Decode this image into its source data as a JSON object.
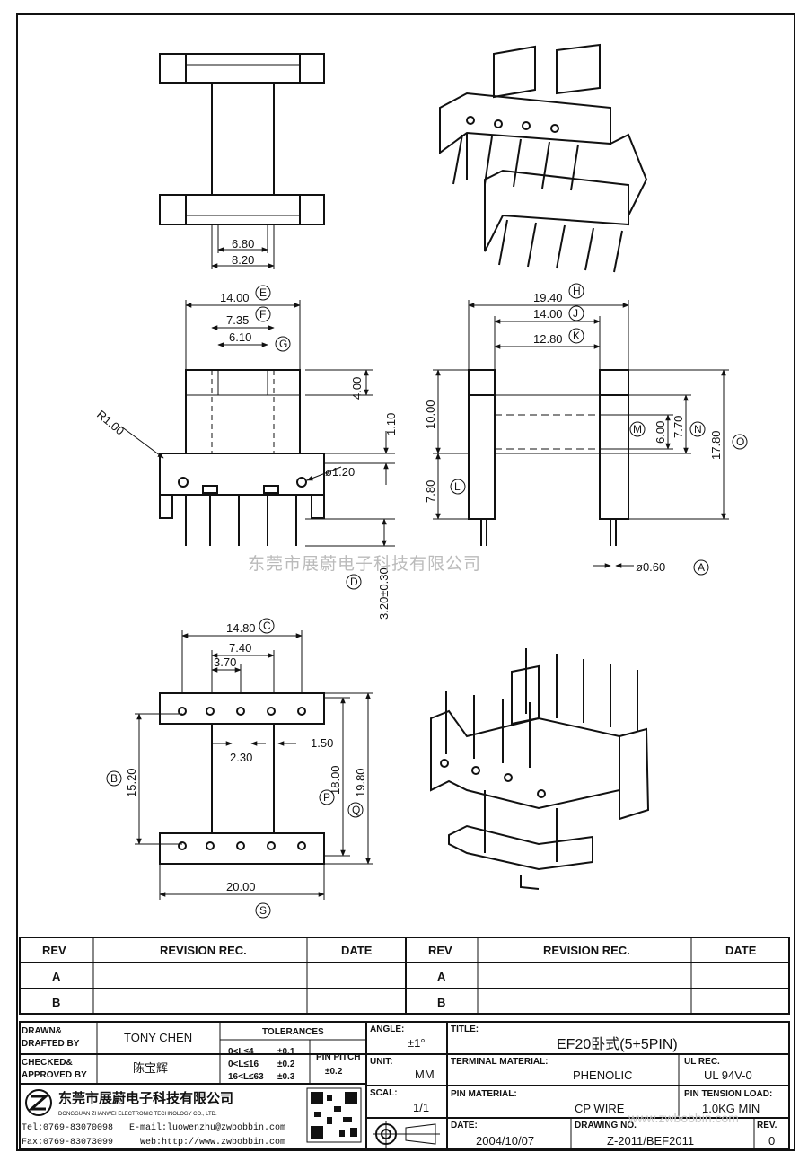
{
  "drawing": {
    "views": {
      "top_view": {
        "dims": [
          "6.80",
          "8.20"
        ]
      },
      "front_view": {
        "dims": [
          "14.00",
          "7.35",
          "6.10",
          "4.00",
          "1.10",
          "R1.00",
          "ø1.20",
          "3.20±0.30"
        ],
        "markers": [
          "E",
          "F",
          "G",
          "D"
        ]
      },
      "side_view": {
        "dims": [
          "19.40",
          "14.00",
          "12.80",
          "10.00",
          "7.80",
          "6.00",
          "7.70",
          "17.80",
          "ø0.60"
        ],
        "markers": [
          "H",
          "J",
          "K",
          "L",
          "M",
          "N",
          "O",
          "A"
        ]
      },
      "bottom_view": {
        "dims": [
          "14.80",
          "7.40",
          "3.70",
          "2.30",
          "1.50",
          "15.20",
          "18.00",
          "19.80",
          "20.00"
        ],
        "markers": [
          "C",
          "B",
          "P",
          "Q",
          "S"
        ]
      }
    },
    "watermark": "东莞市展蔚电子科技有限公司"
  },
  "revision_table": {
    "headers": [
      "REV",
      "REVISION REC.",
      "DATE",
      "REV",
      "REVISION REC.",
      "DATE"
    ],
    "rows": [
      [
        "A",
        "",
        "",
        "A",
        "",
        ""
      ],
      [
        "B",
        "",
        "",
        "B",
        "",
        ""
      ]
    ]
  },
  "title_block": {
    "drawn_label": [
      "DRAWN&",
      "DRAFTED BY"
    ],
    "drawn_value": "TONY CHEN",
    "checked_label": [
      "CHECKED&",
      "APPROVED BY"
    ],
    "checked_value": "陈宝辉",
    "tolerances_label": "TOLERANCES",
    "tol_ranges": [
      "0<L≤4",
      "0<L≤16",
      "16<L≤63"
    ],
    "tol_values": [
      "±0.1",
      "±0.2",
      "±0.3"
    ],
    "pin_pitch_label": "PIN PITCH",
    "pin_pitch_value": "±0.2",
    "angle_label": "ANGLE:",
    "angle_value": "±1°",
    "unit_label": "UNIT:",
    "unit_value": "MM",
    "scal_label": "SCAL:",
    "scal_value": "1/1",
    "title_label": "TITLE:",
    "title_value": "EF20卧式(5+5PIN)",
    "terminal_label": "TERMINAL MATERIAL:",
    "terminal_value": "PHENOLIC",
    "ul_label": "UL REC.",
    "ul_value": "UL 94V-0",
    "pin_material_label": "PIN MATERIAL:",
    "pin_material_value": "CP WIRE",
    "tension_label": "PIN TENSION LOAD:",
    "tension_value": "1.0KG MIN",
    "date_label": "DATE:",
    "date_value": "2004/10/07",
    "drawing_no_label": "DRAWING NO.",
    "drawing_no_value": "Z-2011/BEF2011",
    "rev_label": "REV.",
    "rev_value": "0",
    "company_cn": "东莞市展蔚电子科技有限公司",
    "company_en": "DONGGUAN ZHANWEI ELECTRONIC TECHNOLOGY CO., LTD.",
    "tel": "Tel:0769-83070098",
    "email": "E-mail:luowenzhu@zwbobbin.com",
    "fax": "Fax:0769-83073099",
    "web": "Web:http://www.zwbobbin.com",
    "overlay_wm": "www.zwbobbin.com"
  }
}
